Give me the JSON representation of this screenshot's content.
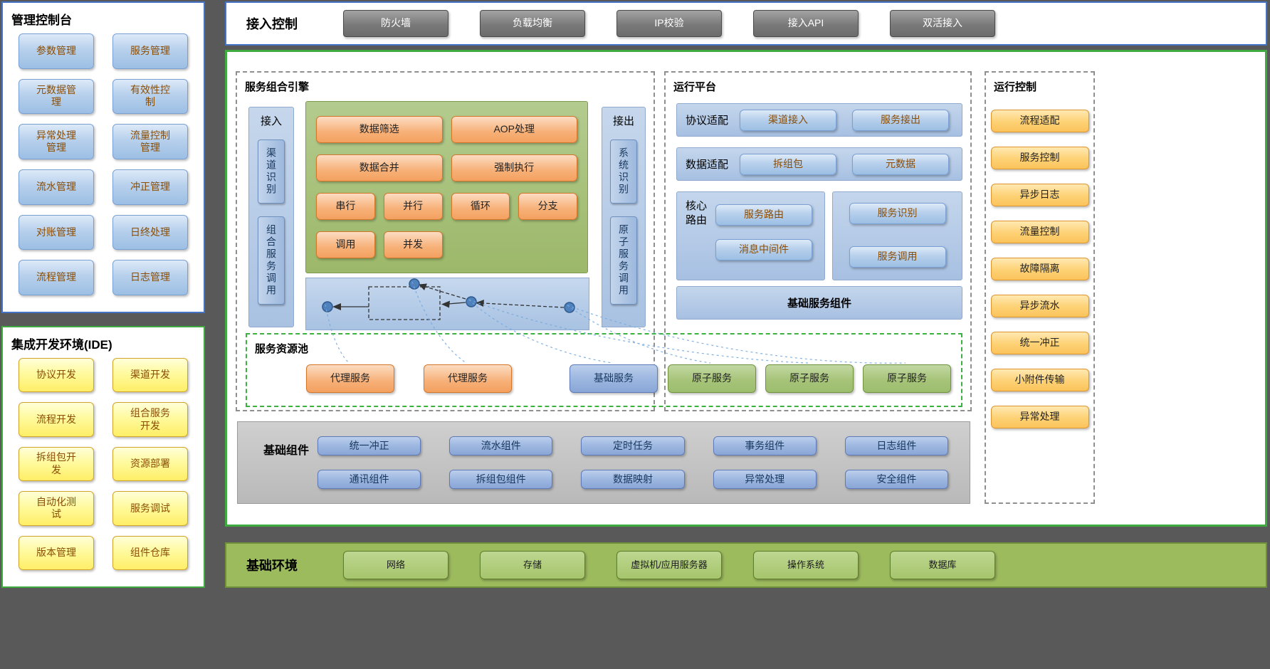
{
  "palette": {
    "background": "#595959",
    "blue_border": "#4472c4",
    "green_border": "#3faa3f",
    "pool_dashed_green": "#3cb043",
    "chip_blue": "#b7d0ec",
    "chip_medium_blue": "#9db7e0",
    "chip_yellow": "#fffa9e",
    "chip_orange": "#f7b077",
    "chip_amber": "#fdd174",
    "chip_green": "#a7c479",
    "chip_gray": "#7a7a7a",
    "environment_band_green": "#9cbb5d",
    "connector_blue": "#74a9e0"
  },
  "console": {
    "title": "管理控制台",
    "items": [
      "参数管理",
      "元数据管理",
      "异常处理管理",
      "流水管理",
      "对账管理",
      "流程管理",
      "服务管理",
      "有效性控制",
      "流量控制管理",
      "冲正管理",
      "日终处理",
      "日志管理"
    ]
  },
  "ide": {
    "title": "集成开发环境(IDE)",
    "items": [
      "协议开发",
      "流程开发",
      "拆组包开发",
      "自动化测试",
      "版本管理",
      "渠道开发",
      "组合服务开发",
      "资源部署",
      "服务调试",
      "组件仓库"
    ]
  },
  "access": {
    "title": "接入控制",
    "items": [
      "防火墙",
      "负载均衡",
      "IP校验",
      "接入API",
      "双活接入"
    ]
  },
  "engine": {
    "title": "服务组合引擎",
    "inbound": {
      "title": "接入",
      "items": [
        "渠道识别",
        "组合服务调用"
      ]
    },
    "outbound": {
      "title": "接出",
      "items": [
        "系统识别",
        "原子服务调用"
      ]
    },
    "ops": [
      {
        "label": "数据筛选",
        "span": 2
      },
      {
        "label": "AOP处理",
        "span": 2
      },
      {
        "label": "数据合并",
        "span": 2
      },
      {
        "label": "强制执行",
        "span": 2
      },
      {
        "label": "串行"
      },
      {
        "label": "并行"
      },
      {
        "label": "循环"
      },
      {
        "label": "分支"
      },
      {
        "label": "调用"
      },
      {
        "label": "并发"
      }
    ]
  },
  "platform": {
    "title": "运行平台",
    "rows": [
      {
        "label": "协议适配",
        "items": [
          "渠道接入",
          "服务接出"
        ]
      },
      {
        "label": "数据适配",
        "items": [
          "拆组包",
          "元数据"
        ]
      }
    ],
    "core": {
      "label": "核心路由",
      "items": [
        "服务路由",
        "消息中间件"
      ]
    },
    "side": {
      "items": [
        "服务识别",
        "服务调用"
      ]
    },
    "base_bar": "基础服务组件"
  },
  "pool": {
    "title": "服务资源池",
    "items": [
      {
        "label": "代理服务",
        "type": "chip-orange"
      },
      {
        "label": "代理服务",
        "type": "chip-orange"
      },
      {
        "label": "基础服务",
        "type": "chip-blue3"
      },
      {
        "label": "原子服务",
        "type": "chip-green"
      },
      {
        "label": "原子服务",
        "type": "chip-green"
      },
      {
        "label": "原子服务",
        "type": "chip-green"
      }
    ]
  },
  "components": {
    "title": "基础组件",
    "items": [
      "统一冲正",
      "流水组件",
      "定时任务",
      "事务组件",
      "日志组件",
      "通讯组件",
      "拆组包组件",
      "数据映射",
      "异常处理",
      "安全组件"
    ]
  },
  "runtime_control": {
    "title": "运行控制",
    "items": [
      "流程适配",
      "服务控制",
      "异步日志",
      "流量控制",
      "故障隔离",
      "异步流水",
      "统一冲正",
      "小附件传输",
      "异常处理"
    ]
  },
  "environment": {
    "title": "基础环境",
    "items": [
      "网络",
      "存储",
      "虚拟机/应用服务器",
      "操作系统",
      "数据库"
    ]
  }
}
